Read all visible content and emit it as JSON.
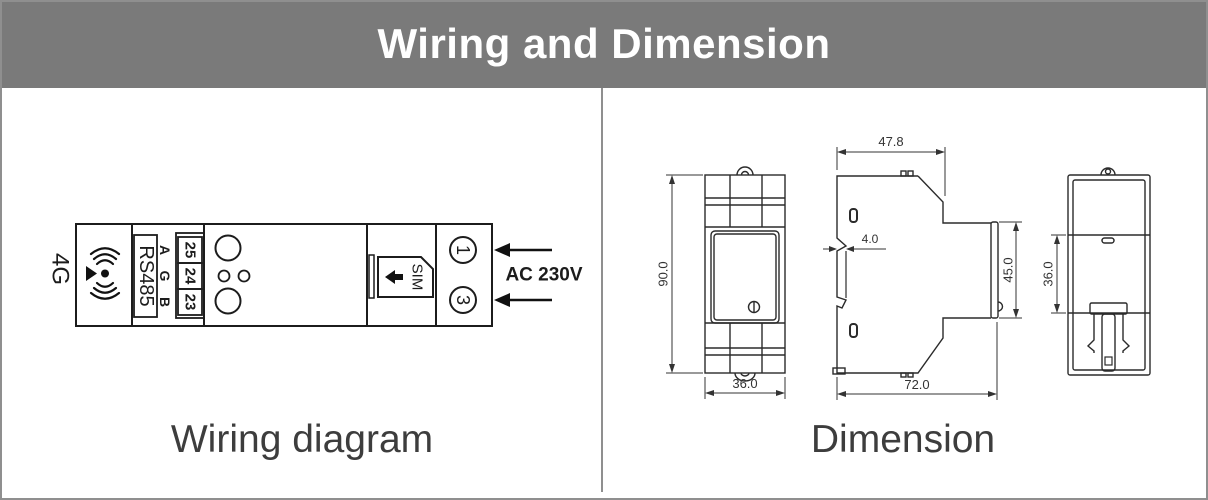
{
  "title": "Wiring and Dimension",
  "colors": {
    "title_bar": "#7a7a7a",
    "title_text": "#ffffff",
    "panel_border": "#8f8f8f",
    "wiring_line": "#1c1c1c",
    "drawing_line": "#2b2b2b",
    "caption_text": "#3d3d3d"
  },
  "wiring": {
    "caption": "Wiring diagram",
    "network_label": "4G",
    "port_label": "RS485",
    "terminal_letters": [
      "A",
      "G",
      "B"
    ],
    "terminal_numbers": [
      "25",
      "24",
      "23"
    ],
    "sim_label": "SIM",
    "power_terminals": [
      "1",
      "3"
    ],
    "power_label": "AC 230V"
  },
  "dimension": {
    "caption": "Dimension",
    "front_view": {
      "height_mm": "90.0",
      "width_mm": "36.0"
    },
    "side_view": {
      "top_depth_mm": "47.8",
      "rail_hook_mm": "4.0",
      "face_height_mm": "45.0",
      "total_depth_mm": "72.0"
    },
    "back_view": {
      "rail_area_mm": "36.0"
    }
  }
}
